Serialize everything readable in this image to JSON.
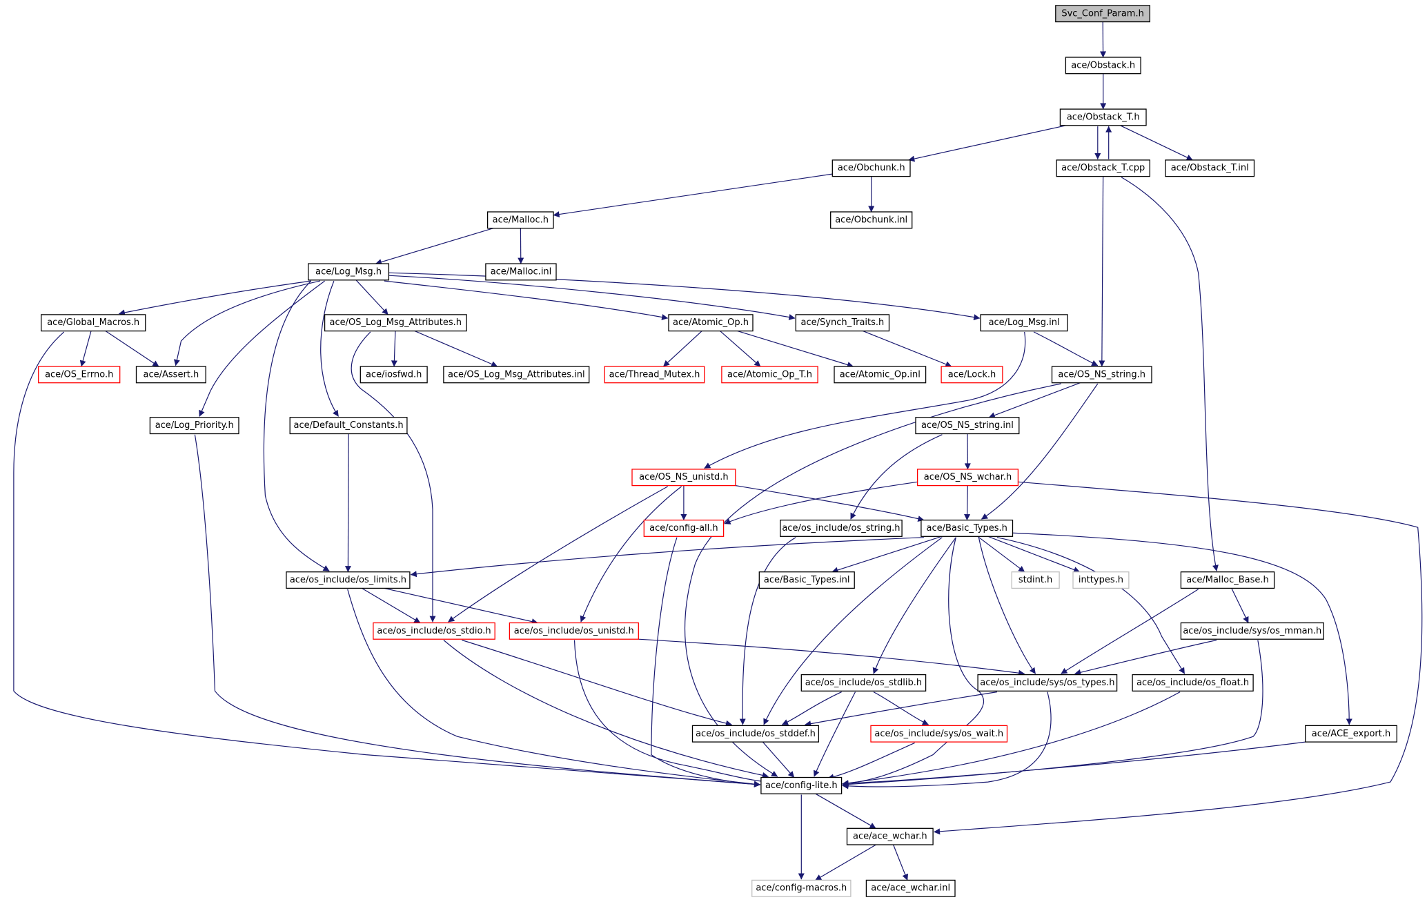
{
  "diagram": {
    "colors": {
      "edge": "#191970",
      "border_normal": "#000000",
      "border_truncated": "#ff0000",
      "border_external": "#bfbfbf",
      "fill_root": "#bfbfbf",
      "fill_default": "#ffffff",
      "text": "#000000"
    },
    "nodes": [
      {
        "id": "svc_conf_param",
        "label": "Svc_Conf_Param.h",
        "style": "root"
      },
      {
        "id": "obstack_h",
        "label": "ace/Obstack.h",
        "style": "normal"
      },
      {
        "id": "obstack_t_h",
        "label": "ace/Obstack_T.h",
        "style": "normal"
      },
      {
        "id": "obchunk_h",
        "label": "ace/Obchunk.h",
        "style": "normal"
      },
      {
        "id": "obstack_t_cpp",
        "label": "ace/Obstack_T.cpp",
        "style": "normal"
      },
      {
        "id": "obstack_t_inl",
        "label": "ace/Obstack_T.inl",
        "style": "normal"
      },
      {
        "id": "malloc_h",
        "label": "ace/Malloc.h",
        "style": "normal"
      },
      {
        "id": "obchunk_inl",
        "label": "ace/Obchunk.inl",
        "style": "normal"
      },
      {
        "id": "log_msg_h",
        "label": "ace/Log_Msg.h",
        "style": "normal"
      },
      {
        "id": "malloc_inl",
        "label": "ace/Malloc.inl",
        "style": "normal"
      },
      {
        "id": "global_macros",
        "label": "ace/Global_Macros.h",
        "style": "normal"
      },
      {
        "id": "os_log_msg_attr",
        "label": "ace/OS_Log_Msg_Attributes.h",
        "style": "normal"
      },
      {
        "id": "atomic_op_h",
        "label": "ace/Atomic_Op.h",
        "style": "normal"
      },
      {
        "id": "synch_traits",
        "label": "ace/Synch_Traits.h",
        "style": "normal"
      },
      {
        "id": "log_msg_inl",
        "label": "ace/Log_Msg.inl",
        "style": "normal"
      },
      {
        "id": "os_errno",
        "label": "ace/OS_Errno.h",
        "style": "truncated"
      },
      {
        "id": "assert_h",
        "label": "ace/Assert.h",
        "style": "normal"
      },
      {
        "id": "iosfwd",
        "label": "ace/iosfwd.h",
        "style": "normal"
      },
      {
        "id": "os_log_msg_attr_inl",
        "label": "ace/OS_Log_Msg_Attributes.inl",
        "style": "normal"
      },
      {
        "id": "thread_mutex",
        "label": "ace/Thread_Mutex.h",
        "style": "truncated"
      },
      {
        "id": "atomic_op_t",
        "label": "ace/Atomic_Op_T.h",
        "style": "truncated"
      },
      {
        "id": "atomic_op_inl",
        "label": "ace/Atomic_Op.inl",
        "style": "normal"
      },
      {
        "id": "lock_h",
        "label": "ace/Lock.h",
        "style": "truncated"
      },
      {
        "id": "os_ns_string_h",
        "label": "ace/OS_NS_string.h",
        "style": "normal"
      },
      {
        "id": "log_priority",
        "label": "ace/Log_Priority.h",
        "style": "normal"
      },
      {
        "id": "default_constants",
        "label": "ace/Default_Constants.h",
        "style": "normal"
      },
      {
        "id": "os_ns_string_inl",
        "label": "ace/OS_NS_string.inl",
        "style": "normal"
      },
      {
        "id": "os_ns_unistd",
        "label": "ace/OS_NS_unistd.h",
        "style": "truncated"
      },
      {
        "id": "os_ns_wchar",
        "label": "ace/OS_NS_wchar.h",
        "style": "truncated"
      },
      {
        "id": "config_all",
        "label": "ace/config-all.h",
        "style": "truncated"
      },
      {
        "id": "os_string",
        "label": "ace/os_include/os_string.h",
        "style": "normal"
      },
      {
        "id": "basic_types_h",
        "label": "ace/Basic_Types.h",
        "style": "normal"
      },
      {
        "id": "os_limits",
        "label": "ace/os_include/os_limits.h",
        "style": "normal"
      },
      {
        "id": "basic_types_inl",
        "label": "ace/Basic_Types.inl",
        "style": "normal"
      },
      {
        "id": "stdint",
        "label": "stdint.h",
        "style": "external"
      },
      {
        "id": "inttypes",
        "label": "inttypes.h",
        "style": "external"
      },
      {
        "id": "malloc_base",
        "label": "ace/Malloc_Base.h",
        "style": "normal"
      },
      {
        "id": "os_stdio",
        "label": "ace/os_include/os_stdio.h",
        "style": "truncated"
      },
      {
        "id": "os_unistd",
        "label": "ace/os_include/os_unistd.h",
        "style": "truncated"
      },
      {
        "id": "os_mman",
        "label": "ace/os_include/sys/os_mman.h",
        "style": "normal"
      },
      {
        "id": "os_stdlib",
        "label": "ace/os_include/os_stdlib.h",
        "style": "normal"
      },
      {
        "id": "os_types",
        "label": "ace/os_include/sys/os_types.h",
        "style": "normal"
      },
      {
        "id": "os_float",
        "label": "ace/os_include/os_float.h",
        "style": "normal"
      },
      {
        "id": "os_stddef",
        "label": "ace/os_include/os_stddef.h",
        "style": "normal"
      },
      {
        "id": "os_wait",
        "label": "ace/os_include/sys/os_wait.h",
        "style": "truncated"
      },
      {
        "id": "ace_export",
        "label": "ace/ACE_export.h",
        "style": "normal"
      },
      {
        "id": "config_lite",
        "label": "ace/config-lite.h",
        "style": "normal"
      },
      {
        "id": "ace_wchar_h",
        "label": "ace/ace_wchar.h",
        "style": "normal"
      },
      {
        "id": "config_macros",
        "label": "ace/config-macros.h",
        "style": "external"
      },
      {
        "id": "ace_wchar_inl",
        "label": "ace/ace_wchar.inl",
        "style": "normal"
      }
    ],
    "edges": [
      [
        "svc_conf_param",
        "obstack_h"
      ],
      [
        "obstack_h",
        "obstack_t_h"
      ],
      [
        "obstack_t_h",
        "obchunk_h"
      ],
      [
        "obstack_t_h",
        "obstack_t_cpp"
      ],
      [
        "obstack_t_h",
        "obstack_t_inl"
      ],
      [
        "obstack_t_cpp",
        "obstack_t_h"
      ],
      [
        "obstack_t_cpp",
        "os_ns_string_h"
      ],
      [
        "obstack_t_cpp",
        "malloc_base"
      ],
      [
        "obchunk_h",
        "malloc_h"
      ],
      [
        "obchunk_h",
        "obchunk_inl"
      ],
      [
        "malloc_h",
        "log_msg_h"
      ],
      [
        "malloc_h",
        "malloc_inl"
      ],
      [
        "log_msg_h",
        "global_macros"
      ],
      [
        "log_msg_h",
        "assert_h"
      ],
      [
        "log_msg_h",
        "os_log_msg_attr"
      ],
      [
        "log_msg_h",
        "atomic_op_h"
      ],
      [
        "log_msg_h",
        "synch_traits"
      ],
      [
        "log_msg_h",
        "log_msg_inl"
      ],
      [
        "log_msg_h",
        "log_priority"
      ],
      [
        "log_msg_h",
        "default_constants"
      ],
      [
        "log_msg_h",
        "os_limits"
      ],
      [
        "global_macros",
        "os_errno"
      ],
      [
        "global_macros",
        "assert_h"
      ],
      [
        "global_macros",
        "config_lite"
      ],
      [
        "os_log_msg_attr",
        "iosfwd"
      ],
      [
        "os_log_msg_attr",
        "os_log_msg_attr_inl"
      ],
      [
        "os_log_msg_attr",
        "os_stdio"
      ],
      [
        "atomic_op_h",
        "thread_mutex"
      ],
      [
        "atomic_op_h",
        "atomic_op_t"
      ],
      [
        "atomic_op_h",
        "atomic_op_inl"
      ],
      [
        "synch_traits",
        "lock_h"
      ],
      [
        "log_msg_inl",
        "os_ns_string_h"
      ],
      [
        "log_msg_inl",
        "os_ns_unistd"
      ],
      [
        "os_ns_string_h",
        "os_ns_string_inl"
      ],
      [
        "os_ns_string_h",
        "basic_types_h"
      ],
      [
        "os_ns_string_h",
        "config_lite"
      ],
      [
        "os_ns_string_inl",
        "os_ns_wchar"
      ],
      [
        "os_ns_string_inl",
        "os_string"
      ],
      [
        "os_ns_wchar",
        "config_all"
      ],
      [
        "os_ns_wchar",
        "basic_types_h"
      ],
      [
        "os_ns_wchar",
        "ace_wchar_h"
      ],
      [
        "os_ns_unistd",
        "config_all"
      ],
      [
        "os_ns_unistd",
        "basic_types_h"
      ],
      [
        "os_ns_unistd",
        "os_stdio"
      ],
      [
        "os_ns_unistd",
        "os_unistd"
      ],
      [
        "log_priority",
        "config_lite"
      ],
      [
        "default_constants",
        "os_limits"
      ],
      [
        "config_all",
        "config_lite"
      ],
      [
        "os_string",
        "os_stddef"
      ],
      [
        "basic_types_h",
        "os_limits"
      ],
      [
        "basic_types_h",
        "basic_types_inl"
      ],
      [
        "basic_types_h",
        "stdint"
      ],
      [
        "basic_types_h",
        "inttypes"
      ],
      [
        "basic_types_h",
        "os_types"
      ],
      [
        "basic_types_h",
        "os_float"
      ],
      [
        "basic_types_h",
        "os_stdlib"
      ],
      [
        "basic_types_h",
        "os_stddef"
      ],
      [
        "basic_types_h",
        "ace_export"
      ],
      [
        "basic_types_h",
        "config_lite"
      ],
      [
        "os_limits",
        "os_stdio"
      ],
      [
        "os_limits",
        "os_unistd"
      ],
      [
        "os_limits",
        "config_lite"
      ],
      [
        "os_stdio",
        "os_stddef"
      ],
      [
        "os_stdio",
        "config_lite"
      ],
      [
        "os_unistd",
        "os_types"
      ],
      [
        "os_unistd",
        "config_lite"
      ],
      [
        "malloc_base",
        "os_mman"
      ],
      [
        "malloc_base",
        "os_types"
      ],
      [
        "os_mman",
        "os_types"
      ],
      [
        "os_mman",
        "config_lite"
      ],
      [
        "os_stdlib",
        "os_stddef"
      ],
      [
        "os_stdlib",
        "os_wait"
      ],
      [
        "os_stdlib",
        "config_lite"
      ],
      [
        "os_types",
        "os_stddef"
      ],
      [
        "os_types",
        "config_lite"
      ],
      [
        "os_float",
        "config_lite"
      ],
      [
        "os_stddef",
        "config_lite"
      ],
      [
        "os_wait",
        "config_lite"
      ],
      [
        "ace_export",
        "config_lite"
      ],
      [
        "config_lite",
        "ace_wchar_h"
      ],
      [
        "config_lite",
        "config_macros"
      ],
      [
        "ace_wchar_h",
        "config_macros"
      ],
      [
        "ace_wchar_h",
        "ace_wchar_inl"
      ]
    ]
  }
}
